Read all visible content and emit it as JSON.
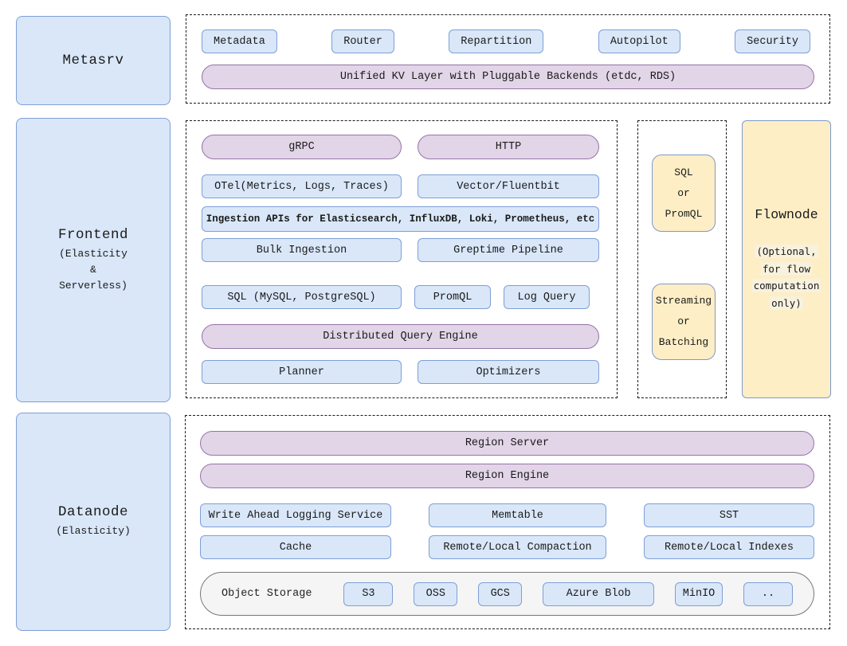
{
  "colors": {
    "blue_fill": "#d9e7f9",
    "blue_border": "#7e9fd6",
    "purple_fill": "#e1d5e7",
    "purple_border": "#9673a6",
    "yellow_fill": "#fdeec6",
    "yellow_border": "#7d9ac9",
    "storage_fill": "#f5f5f5"
  },
  "metasrv": {
    "sidebar_label": "Metasrv",
    "boxes": [
      "Metadata",
      "Router",
      "Repartition",
      "Autopilot",
      "Security"
    ],
    "kv_bar": "Unified KV Layer with Pluggable Backends (etdc, RDS)"
  },
  "frontend": {
    "sidebar_label": "Frontend",
    "sidebar_sublines": [
      "(Elasticity",
      "&",
      "Serverless)"
    ],
    "protocol_pills": [
      "gRPC",
      "HTTP"
    ],
    "ingest_boxes": [
      "OTel(Metrics, Logs, Traces)",
      "Vector/Fluentbit"
    ],
    "ingestion_apis_bar": "Ingestion APIs for Elasticsearch, InfluxDB, Loki, Prometheus, etc",
    "pipeline_boxes": [
      "Bulk Ingestion",
      "Greptime Pipeline"
    ],
    "query_boxes": [
      "SQL (MySQL, PostgreSQL)",
      "PromQL",
      "Log Query"
    ],
    "query_engine_bar": "Distributed Query Engine",
    "engine_boxes": [
      "Planner",
      "Optimizers"
    ]
  },
  "flow_link": {
    "sql_box_lines": [
      "SQL",
      "or",
      "PromQL"
    ],
    "stream_box_lines": [
      "Streaming",
      "or",
      "Batching"
    ]
  },
  "flownode": {
    "title": "Flownode",
    "subtitle_lines": [
      "(Optional,",
      "for flow",
      "computation",
      "only)"
    ]
  },
  "datanode": {
    "sidebar_label": "Datanode",
    "sidebar_sublines": [
      "(Elasticity)"
    ],
    "bars": [
      "Region Server",
      "Region Engine"
    ],
    "storage_row1": [
      "Write Ahead Logging Service",
      "Memtable",
      "SST"
    ],
    "storage_row2": [
      "Cache",
      "Remote/Local Compaction",
      "Remote/Local Indexes"
    ],
    "object_storage": {
      "label": "Object Storage",
      "providers": [
        "S3",
        "OSS",
        "GCS",
        "Azure Blob",
        "MinIO",
        ".."
      ]
    }
  }
}
